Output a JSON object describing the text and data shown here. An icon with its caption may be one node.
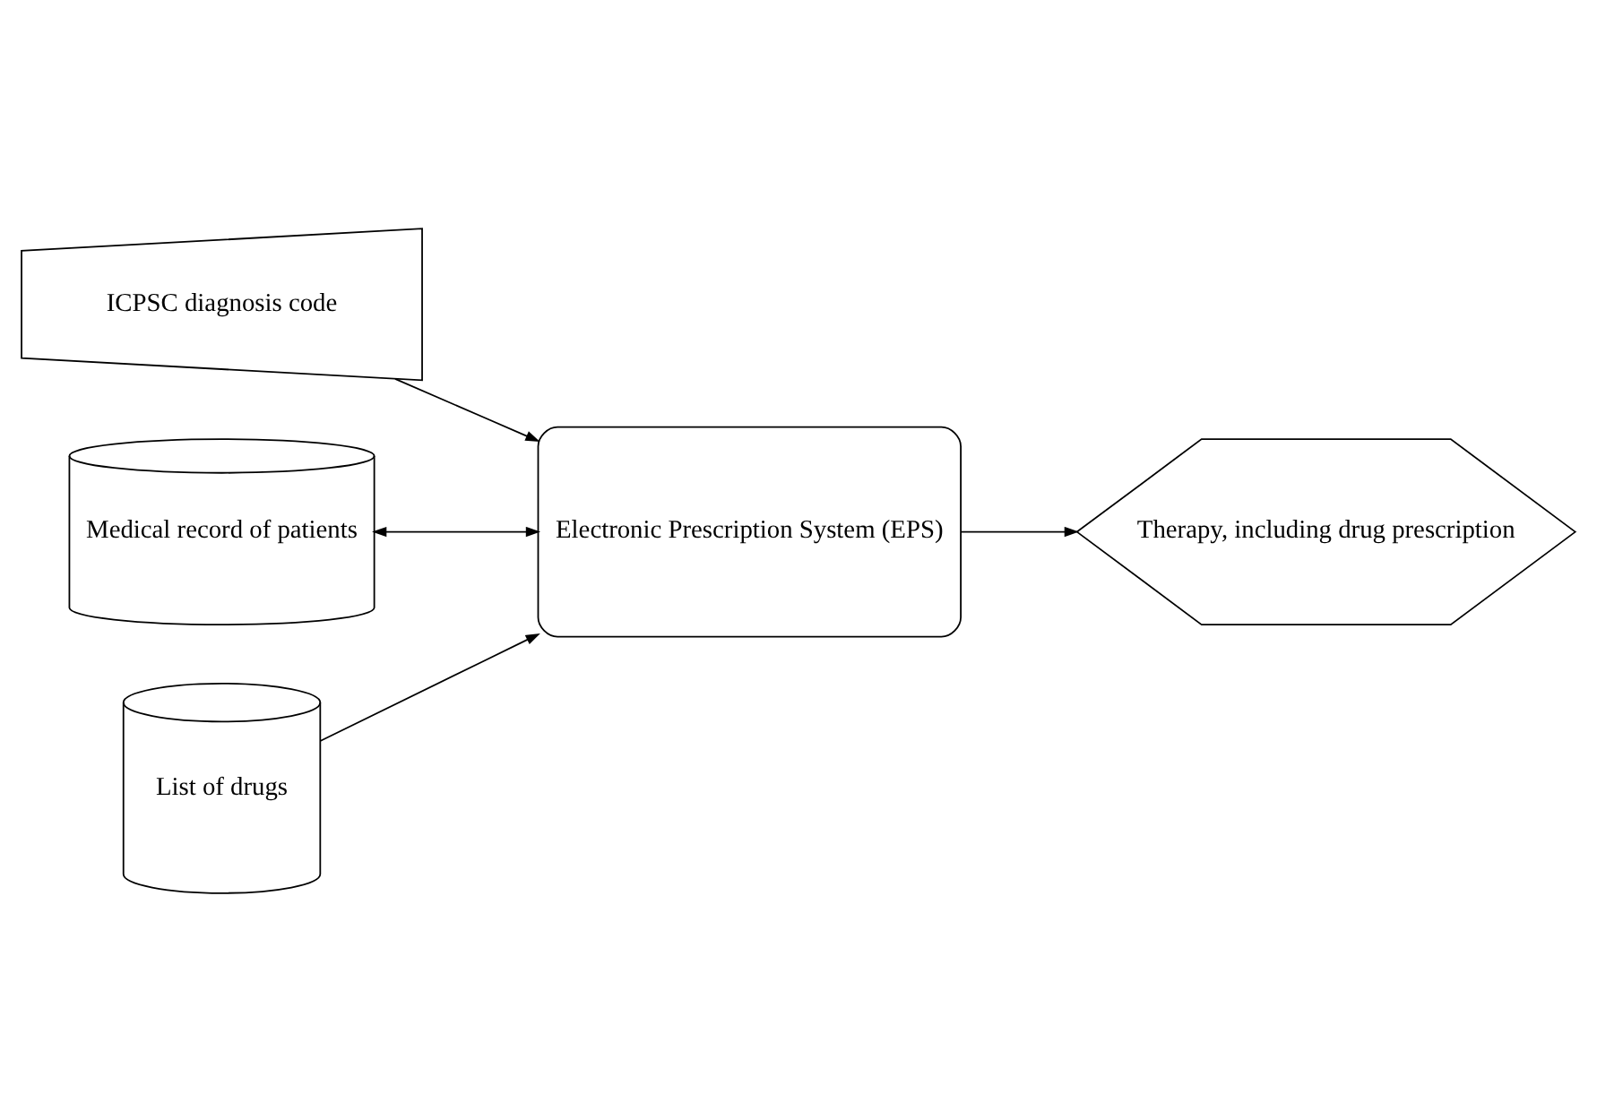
{
  "diagram": {
    "nodes": [
      {
        "text": [
          "ICPSC diagnosis code"
        ]
      },
      {
        "text": [
          "Medical record of patients"
        ]
      },
      {
        "text": [
          "List of drugs"
        ]
      },
      {
        "text": [
          "Electronic Prescription System (EPS)"
        ]
      },
      {
        "text": [
          "Therapy, including drug prescription"
        ]
      }
    ],
    "edges": [
      {
        "from": 0,
        "to": 3,
        "arrow": "to"
      },
      {
        "from": 1,
        "to": 3,
        "arrow": "both"
      },
      {
        "from": 2,
        "to": 3,
        "arrow": "to"
      },
      {
        "from": 3,
        "to": 4,
        "arrow": "to"
      }
    ]
  }
}
